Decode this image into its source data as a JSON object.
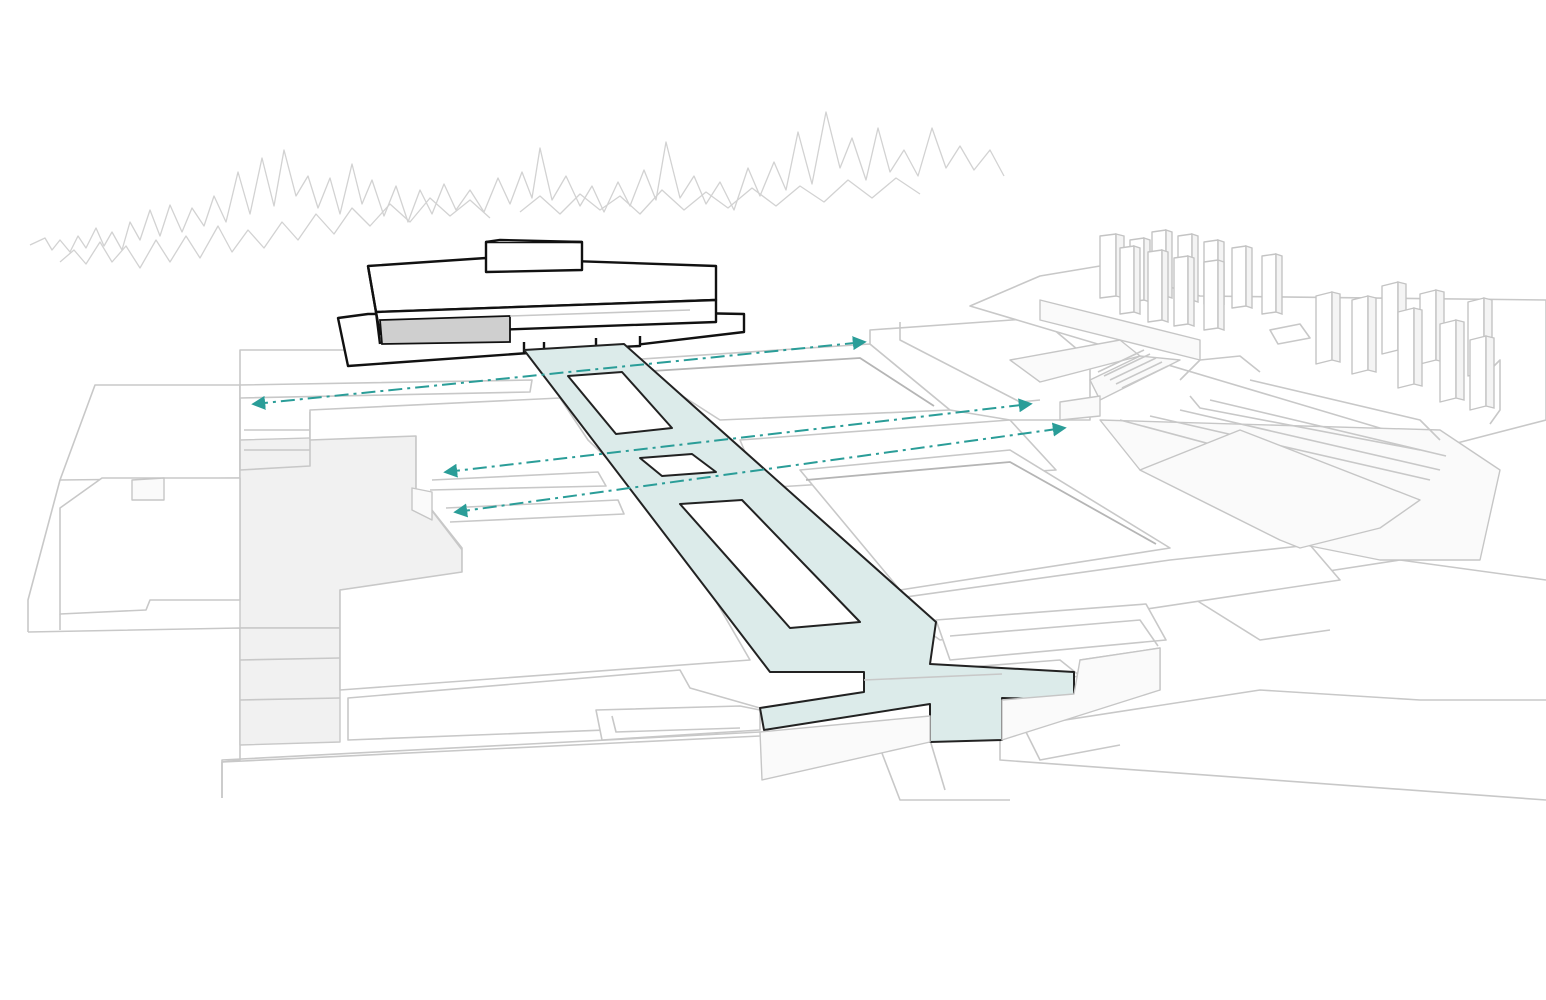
{
  "diagram": {
    "colors": {
      "arrow": "#2a9d98",
      "axis_fill": "#dcebea",
      "outline": "#222222",
      "context": "#c8c8c8",
      "building": "#111111"
    },
    "elements": [
      "tree-line",
      "museum-building",
      "central-axis-walkway",
      "cross-circulation-arrows",
      "terraced-landscape",
      "residential-towers"
    ],
    "cross_circulation_arrows": 4,
    "arrow_style": "dash-dot, double-headed"
  }
}
